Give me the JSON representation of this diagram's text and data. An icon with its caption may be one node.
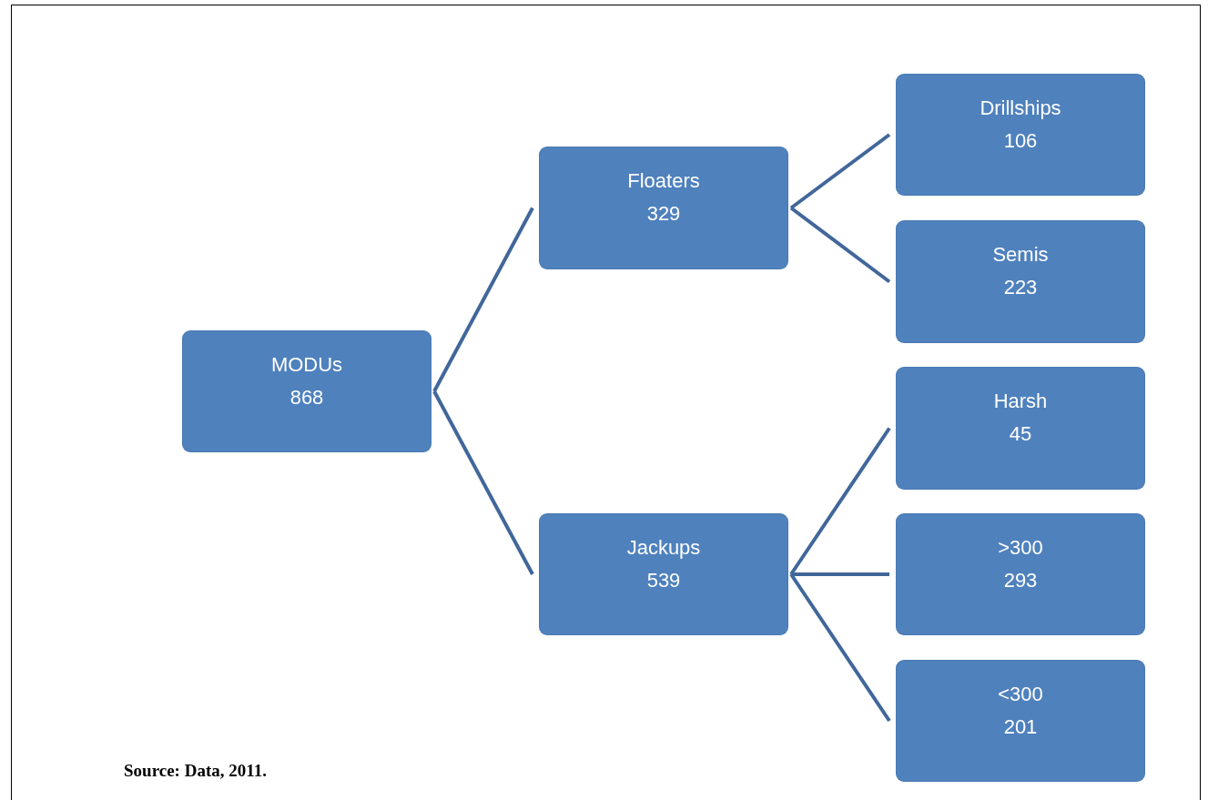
{
  "diagram": {
    "nodes": [
      {
        "text": [
          "MODUs",
          "868"
        ]
      },
      {
        "text": [
          "Floaters",
          "329"
        ]
      },
      {
        "text": [
          "Jackups",
          "539"
        ]
      },
      {
        "text": [
          "Drillships",
          "106"
        ]
      },
      {
        "text": [
          "Semis",
          "223"
        ]
      },
      {
        "text": [
          "Harsh",
          "45"
        ]
      },
      {
        "text": [
          ">300",
          "293"
        ]
      },
      {
        "text": [
          "<300",
          "201"
        ]
      }
    ],
    "edges": [
      {
        "from": 0,
        "to": 1,
        "arrow": "none"
      },
      {
        "from": 0,
        "to": 2,
        "arrow": "none"
      },
      {
        "from": 1,
        "to": 3,
        "arrow": "none"
      },
      {
        "from": 1,
        "to": 4,
        "arrow": "none"
      },
      {
        "from": 2,
        "to": 5,
        "arrow": "none"
      },
      {
        "from": 2,
        "to": 6,
        "arrow": "none"
      },
      {
        "from": 2,
        "to": 7,
        "arrow": "none"
      }
    ],
    "labels": [
      "Source: Data, 2011."
    ]
  }
}
